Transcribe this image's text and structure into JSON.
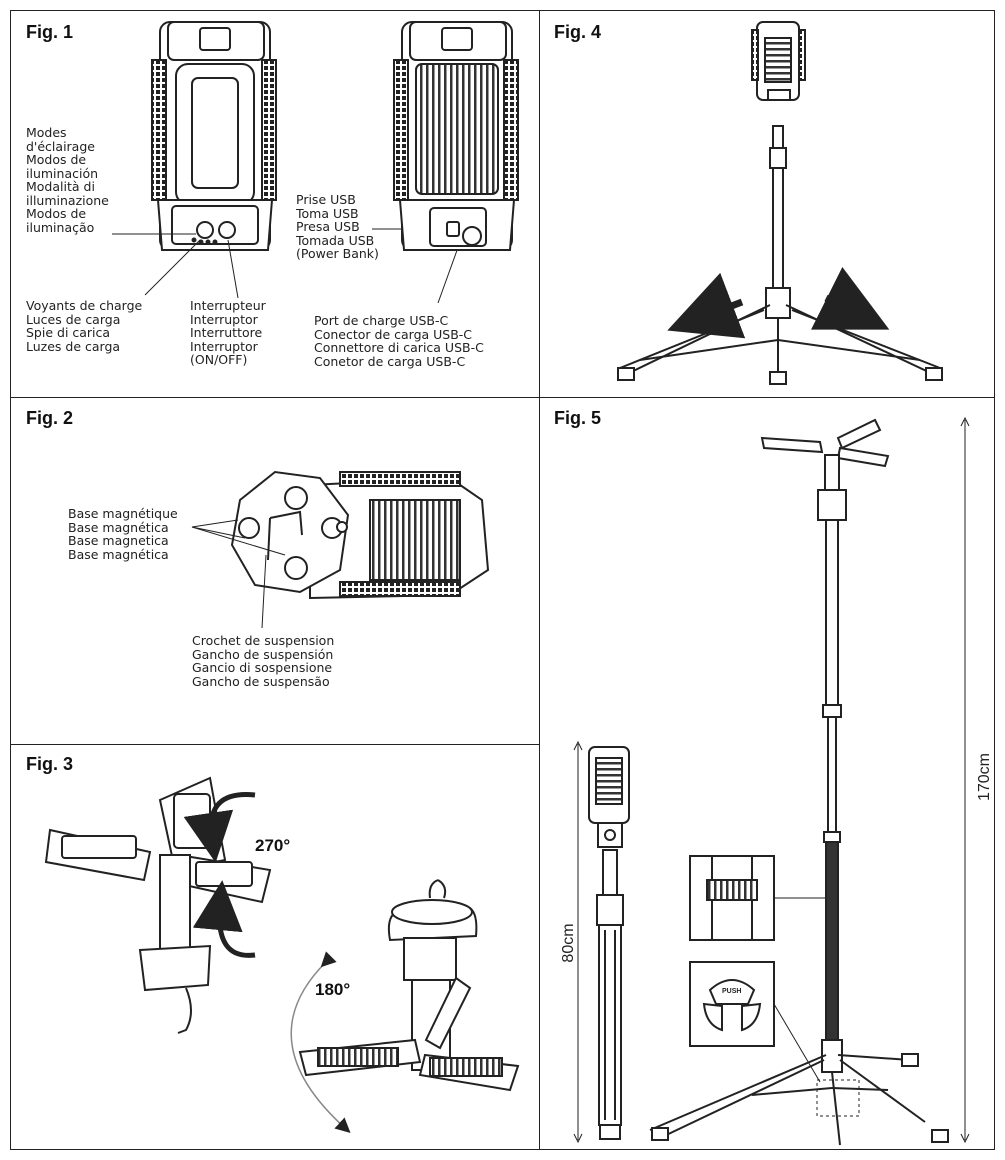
{
  "fig1": {
    "title": "Fig. 1",
    "modes": [
      "Modes",
      "d'éclairage",
      "Modos de",
      "iluminación",
      "Modalità di",
      "illuminazione",
      "Modos de",
      "iluminação"
    ],
    "usb": [
      "Prise USB",
      "Toma USB",
      "Presa USB",
      "Tomada USB",
      "(Power Bank)"
    ],
    "charge_lights": [
      "Voyants de charge",
      "Luces de carga",
      "Spie di carica",
      "Luzes de carga"
    ],
    "switch": [
      "Interrupteur",
      "Interruptor",
      "Interruttore",
      "Interruptor",
      "(ON/OFF)"
    ],
    "usbc": [
      "Port de charge USB-C",
      "Conector de carga USB-C",
      "Connettore di carica USB-C",
      "Conetor de carga USB-C"
    ]
  },
  "fig2": {
    "title": "Fig. 2",
    "magnetic": [
      "Base magnétique",
      "Base magnética",
      "Base magnetica",
      "Base magnética"
    ],
    "hook": [
      "Crochet de suspension",
      "Gancho de suspensión",
      "Gancio di sospensione",
      "Gancho de suspensão"
    ]
  },
  "fig3": {
    "title": "Fig. 3",
    "angle1": "270°",
    "angle2": "180°"
  },
  "fig4": {
    "title": "Fig. 4"
  },
  "fig5": {
    "title": "Fig. 5",
    "height_folded": "80cm",
    "height_extended": "170cm",
    "push_label": "PUSH"
  }
}
